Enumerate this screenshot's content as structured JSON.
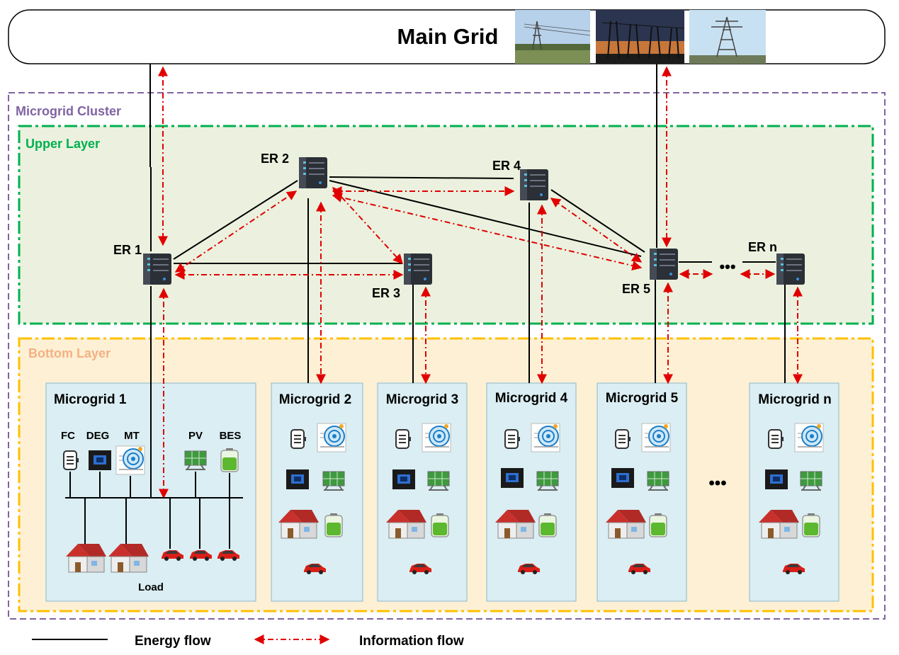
{
  "main_grid": {
    "label": "Main Grid"
  },
  "cluster": {
    "label": "Microgrid Cluster",
    "color": "#8064a2"
  },
  "upper_layer": {
    "label": "Upper Layer",
    "color": "#00b050",
    "fill": "#ebf1de"
  },
  "bottom_layer": {
    "label": "Bottom Layer",
    "color": "#f4b183",
    "border": "#ffc000",
    "fill": "#fdf0d5"
  },
  "routers": {
    "er1": "ER 1",
    "er2": "ER 2",
    "er3": "ER 3",
    "er4": "ER 4",
    "er5": "ER 5",
    "ern": "ER n",
    "ellipsis": "•••"
  },
  "microgrids": {
    "mg1": {
      "title": "Microgrid 1",
      "sources": [
        "FC",
        "DEG",
        "MT",
        "PV",
        "BES"
      ],
      "load_label": "Load"
    },
    "mg2": {
      "title": "Microgrid 2"
    },
    "mg3": {
      "title": "Microgrid 3"
    },
    "mg4": {
      "title": "Microgrid 4"
    },
    "mg5": {
      "title": "Microgrid 5"
    },
    "mgn": {
      "title": "Microgrid n"
    },
    "ellipsis": "•••",
    "fill": "#daeef3"
  },
  "legend": {
    "energy_flow": "Energy flow",
    "information_flow": "Information flow"
  },
  "colors": {
    "energy": "#000000",
    "information": "#ff0000"
  }
}
